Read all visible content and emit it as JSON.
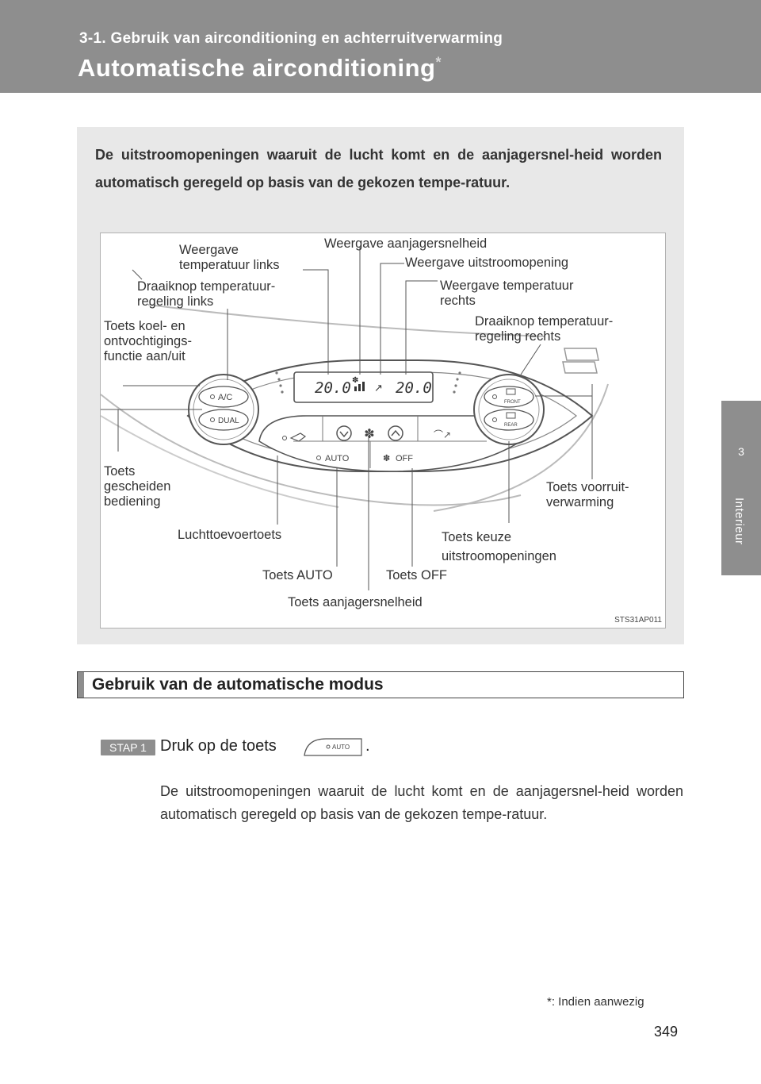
{
  "header": {
    "section": "3-1. Gebruik van airconditioning en achterruitverwarming",
    "title": "Automatische airconditioning",
    "asterisk": "*"
  },
  "sidetab": {
    "number": "3",
    "label": "Interieur"
  },
  "intro": "De uitstroomopeningen waaruit de lucht komt en de aanjagersnel-heid worden automatisch geregeld op basis van de gekozen tempe-ratuur.",
  "figure": {
    "code": "STS31AP011",
    "panel": {
      "left_temp": "20.0",
      "right_temp": "20.0",
      "btn_ac": "A/C",
      "btn_dual": "DUAL",
      "btn_auto": "AUTO",
      "btn_off": "OFF",
      "btn_front": "FRONT",
      "btn_rear": "REAR"
    },
    "labels": {
      "weergave_temp_links": "Weergave\ntemperatuur links",
      "weergave_aanjager": "Weergave aanjagersnelheid",
      "weergave_uitstroom": "Weergave uitstroomopening",
      "draaiknop_links": "Draaiknop temperatuur-\nregeling links",
      "weergave_temp_rechts": "Weergave temperatuur\nrechts",
      "draaiknop_rechts": "Draaiknop temperatuur-\nregeling rechts",
      "toets_koel": "Toets koel- en\nontvochtigings-\nfunctie aan/uit",
      "toets_gescheiden": "Toets\ngescheiden\nbediening",
      "toets_voorruit": "Toets voorruit-\nverwarming",
      "luchttoevoer": "Luchttoevoertoets",
      "toets_keuze": "Toets keuze\nuitstroomopeningen",
      "toets_auto": "Toets AUTO",
      "toets_off": "Toets OFF",
      "toets_aanjager": "Toets aanjagersnelheid"
    }
  },
  "subheading": "Gebruik van de automatische modus",
  "step": {
    "badge": "STAP 1",
    "text": "Druk op de toets",
    "button_label": "AUTO",
    "end": "."
  },
  "description": "De uitstroomopeningen waaruit de lucht komt en de aanjagersnel-heid worden automatisch geregeld op basis van de gekozen tempe-ratuur.",
  "footnote": "*: Indien aanwezig",
  "page_number": "349"
}
